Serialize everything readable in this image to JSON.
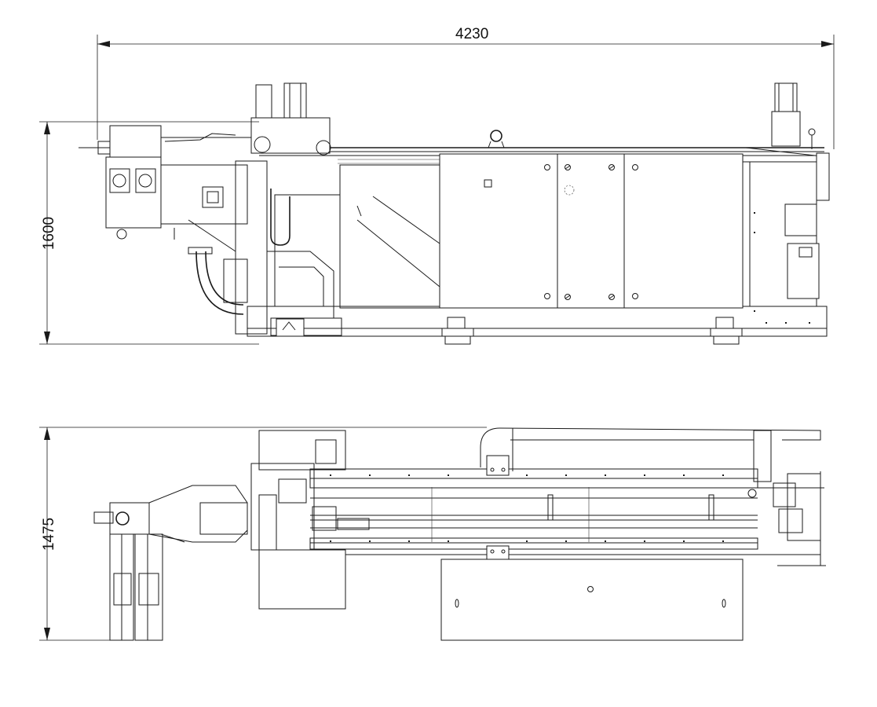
{
  "dimensions": {
    "overall_length": "4230",
    "side_view_height": "1600",
    "top_view_width": "1475"
  },
  "views": {
    "side": "side-elevation-view",
    "top": "top-plan-view"
  },
  "colors": {
    "line": "#1a1a1a",
    "background": "#ffffff"
  }
}
